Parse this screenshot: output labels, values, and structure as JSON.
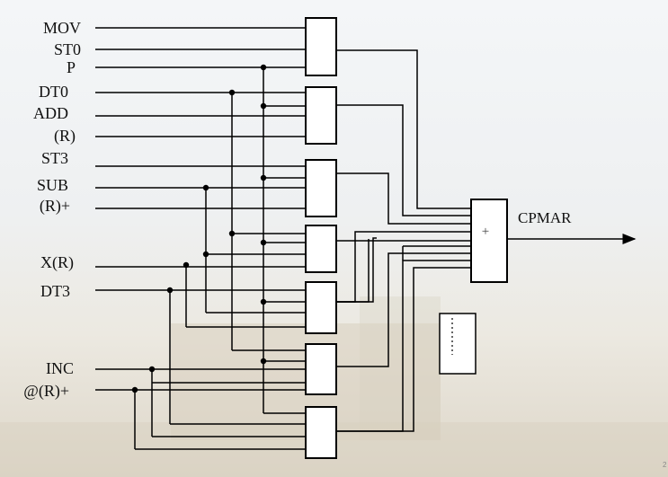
{
  "inputs": [
    {
      "id": "MOV",
      "label": "MOV"
    },
    {
      "id": "ST0",
      "label": "ST0"
    },
    {
      "id": "P",
      "label": "P"
    },
    {
      "id": "DT0",
      "label": "DT0"
    },
    {
      "id": "ADD",
      "label": "ADD"
    },
    {
      "id": "R",
      "label": "(R)"
    },
    {
      "id": "ST3",
      "label": "ST3"
    },
    {
      "id": "SUB",
      "label": "SUB"
    },
    {
      "id": "RPLUS",
      "label": "(R)+"
    },
    {
      "id": "XR",
      "label": "X(R)"
    },
    {
      "id": "DT3",
      "label": "DT3"
    },
    {
      "id": "INC",
      "label": "INC"
    },
    {
      "id": "ATRPLUS",
      "label": "@(R)+"
    }
  ],
  "or_gate": {
    "symbol": "+"
  },
  "output": {
    "label": "CPMAR"
  },
  "page_number": "2"
}
